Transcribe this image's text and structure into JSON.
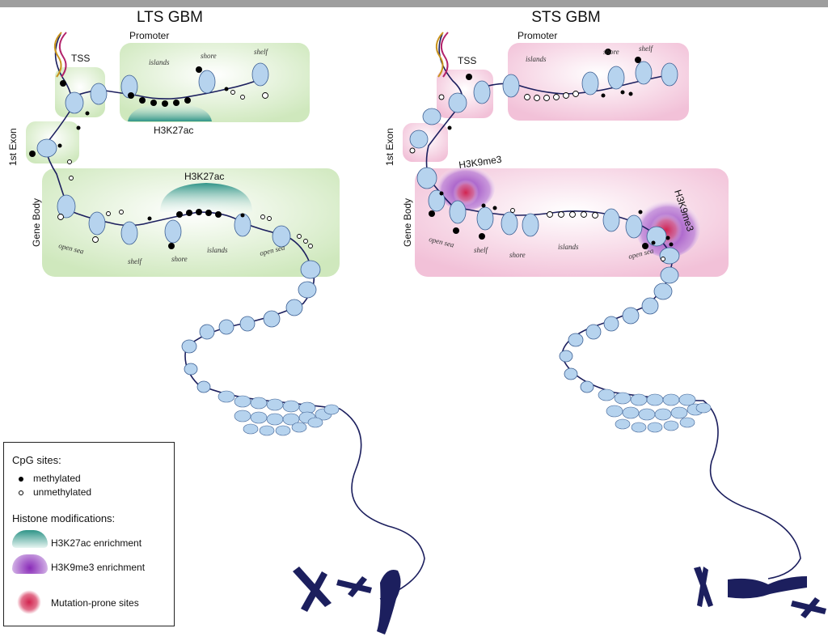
{
  "panels": {
    "left": {
      "title": "LTS GBM",
      "promoter": "Promoter",
      "tss": "TSS",
      "first_exon": "1st Exon",
      "gene_body": "Gene Body",
      "mark_promoter": "H3K27ac",
      "mark_body": "H3K27ac",
      "region_promoter": [
        "islands",
        "shore",
        "shelf"
      ],
      "region_body": [
        "open sea",
        "shelf",
        "shore",
        "islands",
        "open sea"
      ],
      "color": "#dcefd0"
    },
    "right": {
      "title": "STS GBM",
      "promoter": "Promoter",
      "tss": "TSS",
      "first_exon": "1st Exon",
      "gene_body": "Gene Body",
      "mark_body_a": "H3K9me3",
      "mark_body_b": "H3K9me3",
      "region_promoter": [
        "islands",
        "shore",
        "shelf"
      ],
      "region_body": [
        "open sea",
        "shelf",
        "shore",
        "islands",
        "open sea"
      ],
      "color": "#f6d4e4"
    }
  },
  "legend": {
    "cpg_title": "CpG sites:",
    "methylated": "methylated",
    "unmethylated": "unmethylated",
    "histone_title": "Histone modifications:",
    "h3k27ac": "H3K27ac enrichment",
    "h3k9me3": "H3K9me3 enrichment",
    "mutation": "Mutation-prone sites"
  },
  "colors": {
    "nucleosome": "#b6d3ee",
    "dna": "#1c1f5e",
    "h3k27ac": "#3fa69a",
    "h3k9me3": "#9a3fc2",
    "mutation": "#d2244f"
  }
}
